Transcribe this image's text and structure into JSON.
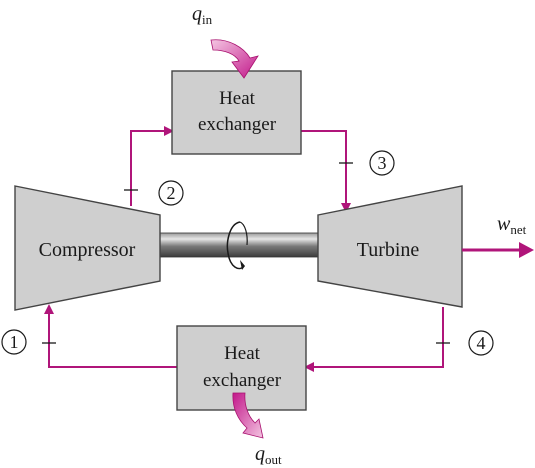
{
  "diagram": {
    "heat_exchanger_top": {
      "line1": "Heat",
      "line2": "exchanger"
    },
    "heat_exchanger_bottom": {
      "line1": "Heat",
      "line2": "exchanger"
    },
    "compressor_label": "Compressor",
    "turbine_label": "Turbine",
    "states": [
      "1",
      "2",
      "3",
      "4"
    ],
    "q_in": {
      "symbol": "q",
      "subscript": "in"
    },
    "q_out": {
      "symbol": "q",
      "subscript": "out"
    },
    "w_net": {
      "symbol": "w",
      "subscript": "net"
    }
  },
  "colors": {
    "flow": "#b0157a",
    "component_fill": "#cfcfcf",
    "outline": "#444444"
  }
}
